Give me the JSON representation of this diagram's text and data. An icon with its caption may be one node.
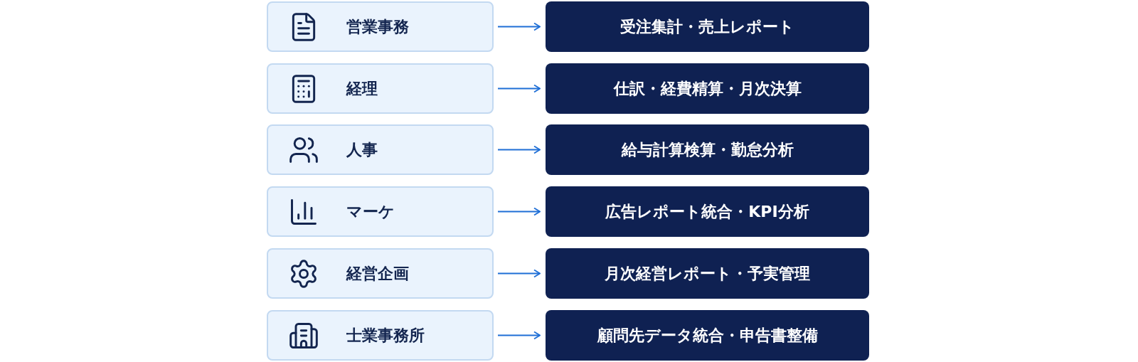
{
  "diagram": {
    "nodes": [
      {
        "text": [
          "営業事務"
        ]
      },
      {
        "text": [
          "受注集計・売上レポート"
        ]
      },
      {
        "text": [
          "経理"
        ]
      },
      {
        "text": [
          "仕訳・経費精算・月次決算"
        ]
      },
      {
        "text": [
          "人事"
        ]
      },
      {
        "text": [
          "給与計算検算・勤怠分析"
        ]
      },
      {
        "text": [
          "マーケ"
        ]
      },
      {
        "text": [
          "広告レポート統合・KPI分析"
        ]
      },
      {
        "text": [
          "経営企画"
        ]
      },
      {
        "text": [
          "月次経営レポート・予実管理"
        ]
      },
      {
        "text": [
          "士業事務所"
        ]
      },
      {
        "text": [
          "顧問先データ統合・申告書整備"
        ]
      }
    ],
    "edges": [
      {
        "from": 0,
        "to": 1,
        "arrow": "to"
      },
      {
        "from": 2,
        "to": 3,
        "arrow": "to"
      },
      {
        "from": 4,
        "to": 5,
        "arrow": "to"
      },
      {
        "from": 6,
        "to": 7,
        "arrow": "to"
      },
      {
        "from": 8,
        "to": 9,
        "arrow": "to"
      },
      {
        "from": 10,
        "to": 11,
        "arrow": "to"
      }
    ]
  }
}
